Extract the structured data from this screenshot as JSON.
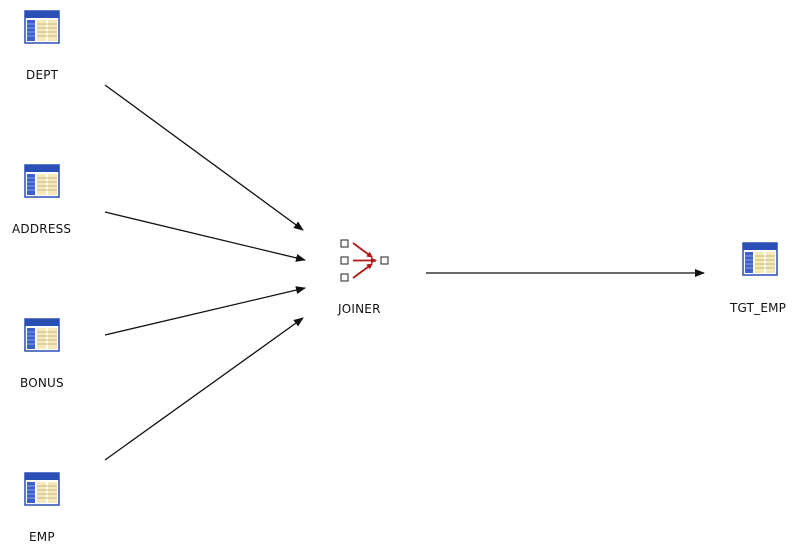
{
  "sources": [
    {
      "label": "DEPT",
      "icon": "table-icon"
    },
    {
      "label": "ADDRESS",
      "icon": "table-icon"
    },
    {
      "label": "BONUS",
      "icon": "table-icon"
    },
    {
      "label": "EMP",
      "icon": "table-icon"
    }
  ],
  "joiner": {
    "label": "JOINER",
    "icon": "joiner-icon"
  },
  "target": {
    "label": "TGT_EMP",
    "icon": "table-icon"
  },
  "colors": {
    "table_header": "#2a4fb5",
    "table_cell": "#f4e9b8",
    "table_stripe": "#3d5fc7",
    "joiner_arrow": "#b01818",
    "line": "#111111"
  }
}
